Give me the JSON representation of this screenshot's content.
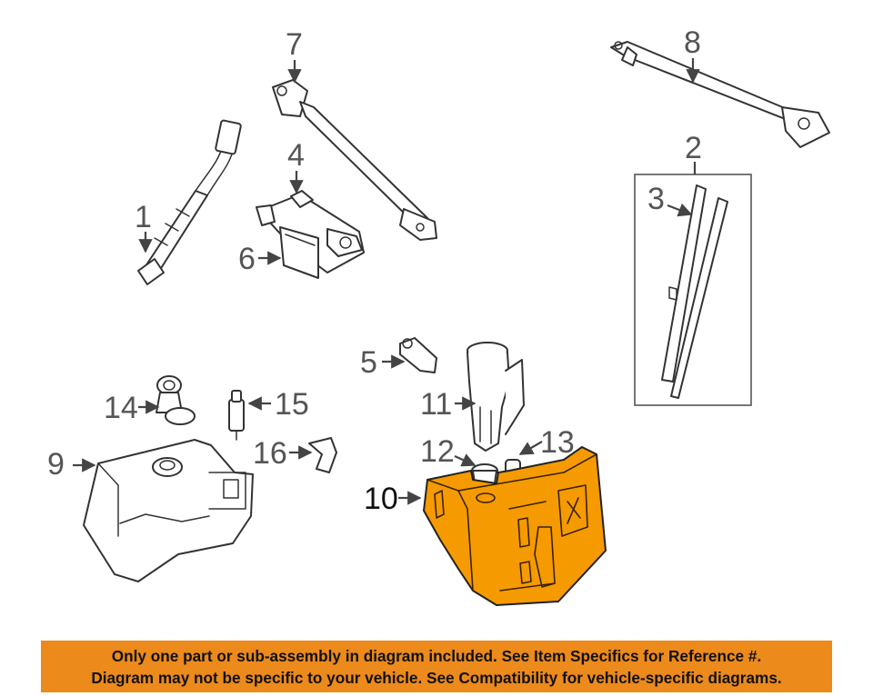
{
  "callouts": {
    "c1": "1",
    "c2": "2",
    "c3": "3",
    "c4": "4",
    "c5": "5",
    "c6": "6",
    "c7": "7",
    "c8": "8",
    "c9": "9",
    "c10": "10",
    "c11": "11",
    "c12": "12",
    "c13": "13",
    "c14": "14",
    "c15": "15",
    "c16": "16"
  },
  "highlighted_part": "10",
  "colors": {
    "highlight": "#f59a00",
    "banner": "#ec8a1c",
    "callout": "#555555"
  },
  "banner": {
    "line1": "Only one part or sub-assembly in diagram included. See Item Specifics for Reference #.",
    "line2": "Diagram may not be specific to your vehicle. See Compatibility for vehicle-specific diagrams."
  }
}
